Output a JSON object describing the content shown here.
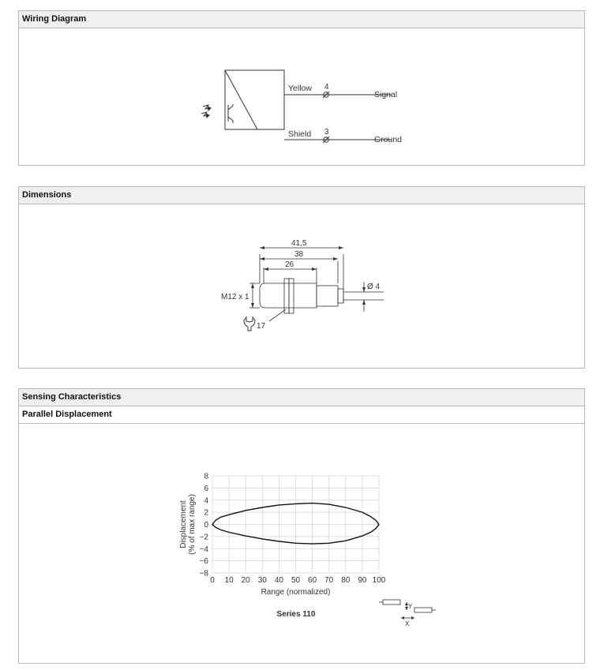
{
  "wiring": {
    "title": "Wiring Diagram",
    "wire1_color": "Yellow",
    "wire1_pin": "4",
    "wire1_label": "Signal",
    "wire2_color": "Shield",
    "wire2_pin": "3",
    "wire2_label": "Ground"
  },
  "dimensions": {
    "title": "Dimensions",
    "overall_length": "41,5",
    "body_length": "38",
    "thread_length": "26",
    "thread_spec": "M12 x 1",
    "cable_diameter": "Ø 4",
    "wrench_size": "17"
  },
  "sensing": {
    "title": "Sensing Characteristics",
    "subtitle": "Parallel Displacement",
    "series_label": "Series 110",
    "inset_y_label": "Y",
    "inset_x_label": "X"
  },
  "chart_data": {
    "type": "line",
    "xlabel": "Range (normalized)",
    "ylabel": "Displacement",
    "ylabel2": "(% of max range)",
    "xlim": [
      0,
      100
    ],
    "ylim": [
      -8,
      8
    ],
    "xticks": [
      0,
      10,
      20,
      30,
      40,
      50,
      60,
      70,
      80,
      90,
      100
    ],
    "yticks": [
      8,
      6,
      4,
      2,
      0,
      -2,
      -4,
      -6,
      -8
    ],
    "ytick_labels": [
      "8",
      "6",
      "4",
      "2",
      "0",
      "−2",
      "−4",
      "−6",
      "−8"
    ],
    "grid": true,
    "legend": "none",
    "line_color": "#111111",
    "series": [
      {
        "x": [
          0,
          2,
          5,
          10,
          20,
          30,
          40,
          50,
          60,
          70,
          80,
          90,
          95,
          98,
          100
        ],
        "y": [
          0,
          0.7,
          1.2,
          1.6,
          2.3,
          2.8,
          3.2,
          3.4,
          3.5,
          3.3,
          2.8,
          2.0,
          1.3,
          0.7,
          0
        ],
        "y_lower": [
          0,
          -0.5,
          -0.9,
          -1.3,
          -1.9,
          -2.4,
          -2.8,
          -3.1,
          -3.2,
          -3.1,
          -2.7,
          -1.9,
          -1.3,
          -0.7,
          0
        ]
      }
    ]
  }
}
